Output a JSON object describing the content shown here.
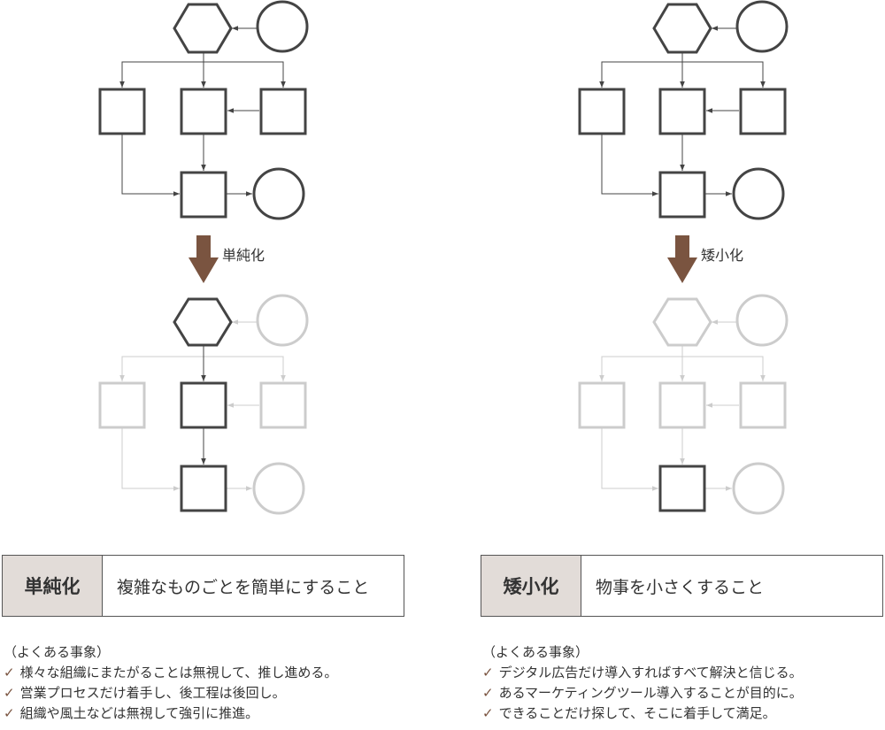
{
  "colors": {
    "dark": "#444444",
    "faded": "#cccccc",
    "brown_arrow": "#7a5440",
    "term_bg": "#e2dcd8"
  },
  "left": {
    "arrow_label": "単純化",
    "definition": {
      "term": "単純化",
      "description": "複雑なものごとを簡単にすること"
    },
    "examples_heading": "（よくある事象）",
    "examples": [
      "様々な組織にまたがることは無視して、推し進める。",
      "営業プロセスだけ着手し、後工程は後回し。",
      "組織や風土などは無視して強引に推進。"
    ]
  },
  "right": {
    "arrow_label": "矮小化",
    "definition": {
      "term": "矮小化",
      "description": "物事を小さくすること"
    },
    "examples_heading": "（よくある事象）",
    "examples": [
      "デジタル広告だけ導入すればすべて解決と信じる。",
      "あるマーケティングツール導入することが目的に。",
      "できることだけ探して、そこに着手して満足。"
    ]
  },
  "icons": {
    "check": "✓"
  }
}
